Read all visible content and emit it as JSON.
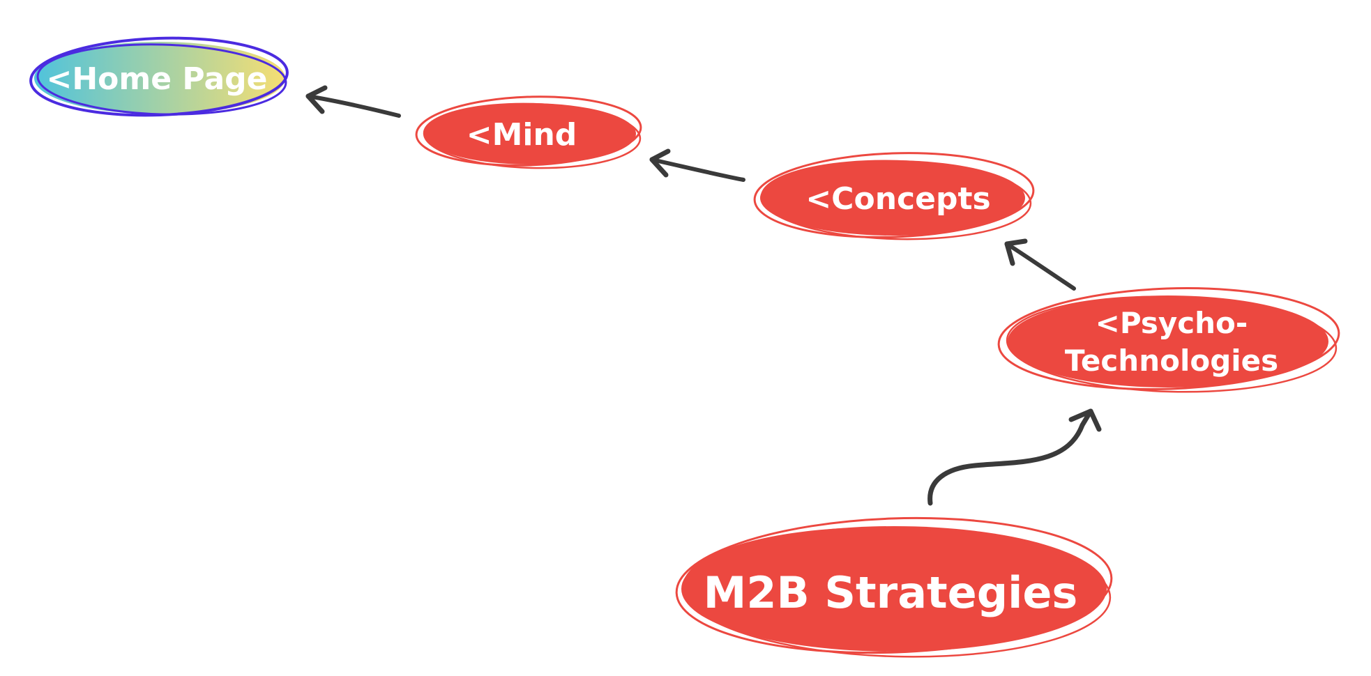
{
  "colors": {
    "node_fill": "#EC4840",
    "node_outline": "#EC4840",
    "home_outline": "#4B2BE0",
    "home_gradient_start": "#4FC3DC",
    "home_gradient_end": "#F6DE72",
    "arrow": "#3A3A3A",
    "label": "#FFFFFF"
  },
  "nodes": {
    "home": {
      "label": "<Home Page"
    },
    "mind": {
      "label": "<Mind"
    },
    "concepts": {
      "label": "<Concepts"
    },
    "psycho": {
      "label_line1": "<Psycho-",
      "label_line2": "Technologies"
    },
    "m2b": {
      "label": "M2B Strategies"
    }
  }
}
